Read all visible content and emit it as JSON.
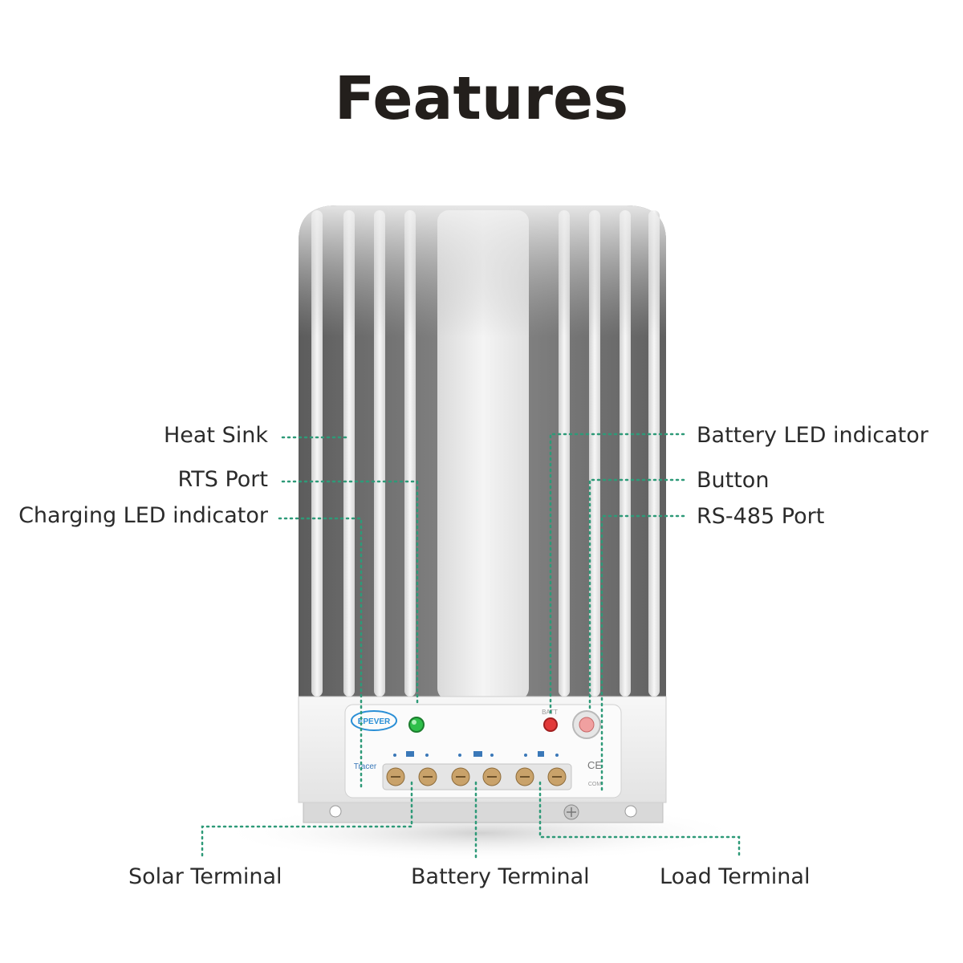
{
  "title": "Features",
  "labels": {
    "heat_sink": "Heat Sink",
    "rts_port": "RTS Port",
    "charging_led": "Charging LED indicator",
    "battery_led": "Battery LED indicator",
    "button": "Button",
    "rs485_port": "RS-485 Port",
    "solar_terminal": "Solar Terminal",
    "battery_terminal": "Battery Terminal",
    "load_terminal": "Load Terminal"
  },
  "panel": {
    "brand": "EPEVER",
    "model": "Tracer",
    "batt_mark": "BATT",
    "com_mark": "COM",
    "ce_mark": "CE"
  },
  "colors": {
    "leader": "#2e9a78",
    "charging_led": "#2fbf4a",
    "battery_led": "#e23a3a",
    "heatsink_dark": "#6f6f6f",
    "heatsink_light": "#ececec",
    "panel": "#f2f2f2",
    "terminal": "#c9a26a",
    "brand": "#2a8fd6"
  }
}
